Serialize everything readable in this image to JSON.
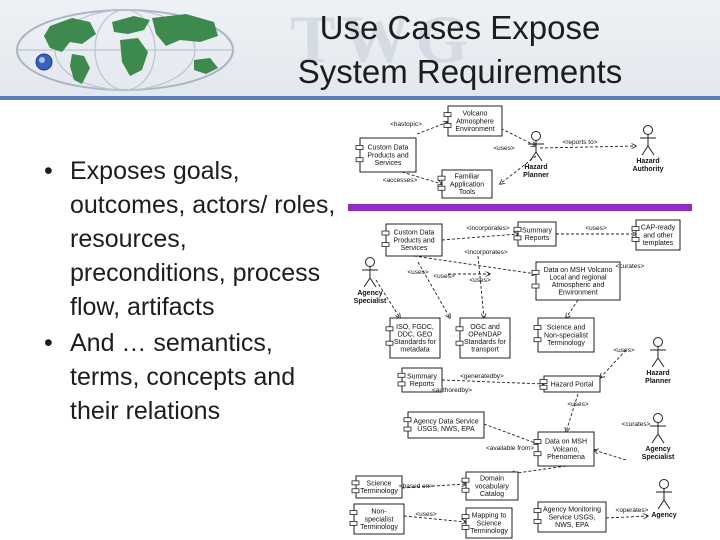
{
  "title": {
    "line1": "Use Cases Expose",
    "line2": "System Requirements"
  },
  "watermark": "TWG",
  "bullets": [
    "Exposes goals, outcomes, actors/ roles, resources, preconditions, process flow, artifacts",
    "And … semantics, terms, concepts and their relations"
  ],
  "diagram": {
    "boxes": [
      {
        "lines": [
          "Volcano",
          "Atmosphere",
          "Environment"
        ]
      },
      {
        "lines": [
          "Custom Data",
          "Products and",
          "Services"
        ]
      },
      {
        "lines": [
          "Familiar",
          "Application",
          "Tools"
        ]
      },
      {
        "lines": [
          "Custom Data",
          "Products and",
          "Services"
        ]
      },
      {
        "lines": [
          "Summary",
          "Reports"
        ]
      },
      {
        "lines": [
          "CAP-ready",
          "and other",
          "templates"
        ]
      },
      {
        "lines": [
          "Data on MSH Volcano",
          "Local and regional",
          "Atmospheric and",
          "Environment"
        ]
      },
      {
        "lines": [
          "ISO, FGDC,",
          "DDC, GEO",
          "Standards for",
          "metadata"
        ]
      },
      {
        "lines": [
          "OGC and",
          "OPeNDAP",
          "Standards for",
          "transport"
        ]
      },
      {
        "lines": [
          "Science and",
          "Non-specialist",
          "Terminology"
        ]
      },
      {
        "lines": [
          "Summary",
          "Reports"
        ]
      },
      {
        "lines": [
          "Hazard Portal"
        ]
      },
      {
        "lines": [
          "Agency Data Service",
          "USGS, NWS, EPA"
        ]
      },
      {
        "lines": [
          "Data on MSH",
          "Volcano,",
          "Phenomena"
        ]
      },
      {
        "lines": [
          "Science",
          "Terminology"
        ]
      },
      {
        "lines": [
          "Domain",
          "vocabulary",
          "Catalog"
        ]
      },
      {
        "lines": [
          "Non-",
          "specialist",
          "Terminology"
        ]
      },
      {
        "lines": [
          "Mapping to",
          "Science",
          "Terminology"
        ]
      },
      {
        "lines": [
          "Agency Monitoring",
          "Service USGS,",
          "NWS, EPA"
        ]
      }
    ],
    "actors": [
      {
        "label": "Hazard Planner"
      },
      {
        "label": "Hazard Authority"
      },
      {
        "label": "Agency Specialist"
      },
      {
        "label": "Hazard Planner"
      },
      {
        "label": "Agency Specialist"
      },
      {
        "label": "Agency"
      }
    ],
    "relations": [
      {
        "label": "<hastopic>"
      },
      {
        "label": "<reports to>"
      },
      {
        "label": "<uses>"
      },
      {
        "label": "<accesses>"
      },
      {
        "label": "<incorporates>"
      },
      {
        "label": "<uses>"
      },
      {
        "label": "<incorporates>"
      },
      {
        "label": "<curates>"
      },
      {
        "label": "<uses>"
      },
      {
        "label": "<uses>"
      },
      {
        "label": "<uses>"
      },
      {
        "label": "<generatedby>"
      },
      {
        "label": "<uses>"
      },
      {
        "label": "<uses>"
      },
      {
        "label": "<curates>"
      },
      {
        "label": "<available from>"
      },
      {
        "label": "<based on>"
      },
      {
        "label": "<uses>"
      },
      {
        "label": "<operates>"
      },
      {
        "label": "<authoredby>"
      }
    ],
    "divider_color": "#8a2fc9"
  }
}
